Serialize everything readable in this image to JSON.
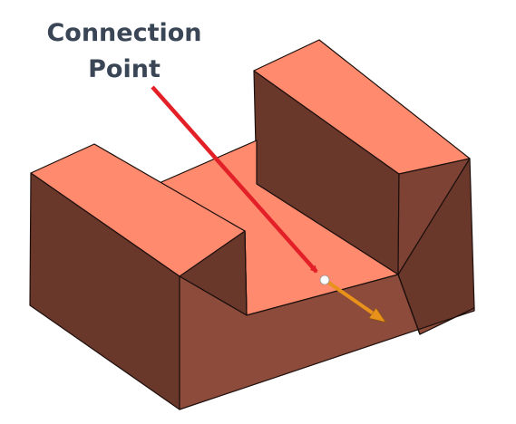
{
  "annotation": {
    "line1": "Connection",
    "line2": "Point"
  },
  "colors": {
    "top_face": "#ff8a6e",
    "front_face": "#8c4b3b",
    "side_face": "#6a372b",
    "inner_wall": "#7d4234",
    "edge": "#1c0f0c",
    "pointer_arrow": "#e32027",
    "direction_arrow": "#e8911b",
    "label_text": "#3a4656",
    "point_fill": "#ffffff"
  },
  "icons": {
    "pointer": "red-arrow",
    "direction": "orange-arrow",
    "point": "white-dot"
  }
}
